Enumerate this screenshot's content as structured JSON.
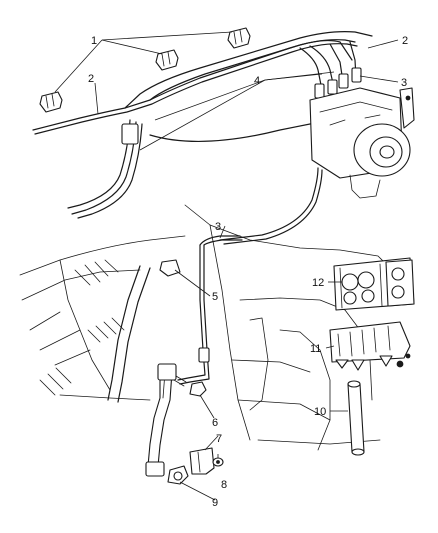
{
  "diagram": {
    "callouts": [
      {
        "id": "c1",
        "label": "1"
      },
      {
        "id": "c2a",
        "label": "2"
      },
      {
        "id": "c2b",
        "label": "2"
      },
      {
        "id": "c3a",
        "label": "3"
      },
      {
        "id": "c3b",
        "label": "3"
      },
      {
        "id": "c4",
        "label": "4"
      },
      {
        "id": "c5",
        "label": "5"
      },
      {
        "id": "c6",
        "label": "6"
      },
      {
        "id": "c7",
        "label": "7"
      },
      {
        "id": "c8",
        "label": "8"
      },
      {
        "id": "c9",
        "label": "9"
      },
      {
        "id": "c10",
        "label": "10"
      },
      {
        "id": "c11",
        "label": "11"
      },
      {
        "id": "c12",
        "label": "12"
      }
    ]
  }
}
